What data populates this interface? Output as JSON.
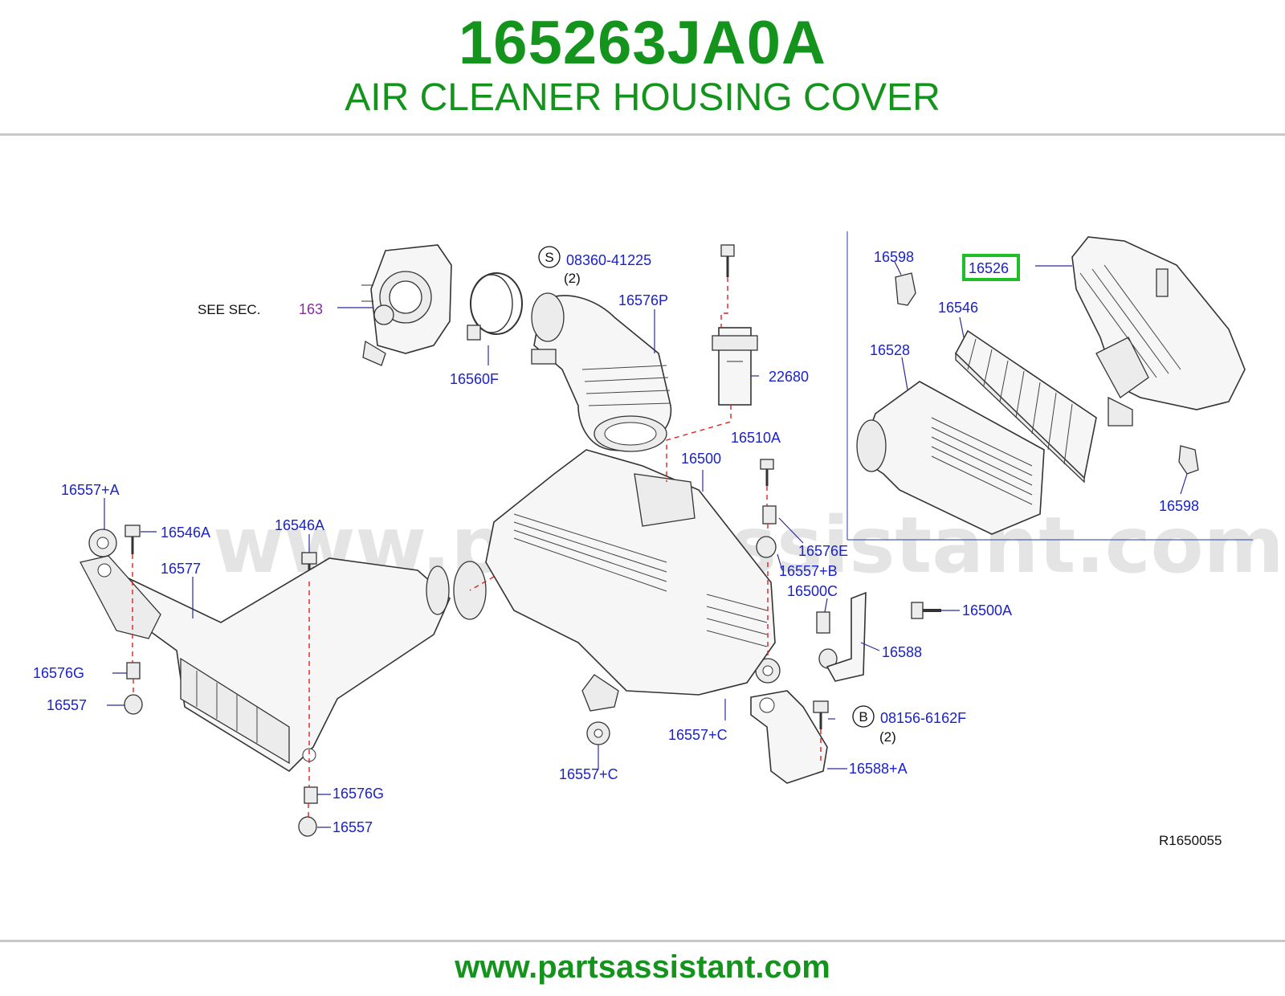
{
  "header": {
    "part_number": "165263JA0A",
    "part_name": "AIR CLEANER HOUSING COVER"
  },
  "footer": {
    "url": "www.partsassistant.com"
  },
  "diagram": {
    "watermark": "www.partsassistant.com",
    "see_sec": "SEE   SEC.",
    "see_sec_ref": "163",
    "ref_code": "R1650055",
    "highlighted_part": "16526",
    "labels": {
      "l_08360": "08360-41225",
      "l_qty1": "(2)",
      "l_16576P": "16576P",
      "l_16560F": "16560F",
      "l_22680": "22680",
      "l_16510A": "16510A",
      "l_16500": "16500",
      "l_16557A": "16557+A",
      "l_16546A_1": "16546A",
      "l_16546A_2": "16546A",
      "l_16577": "16577",
      "l_16576E": "16576E",
      "l_16557B": "16557+B",
      "l_16500C": "16500C",
      "l_16500A": "16500A",
      "l_16588": "16588",
      "l_16576G_1": "16576G",
      "l_16557_1": "16557",
      "l_16557C_1": "16557+C",
      "l_08156": "08156-6162F",
      "l_qty2": "(2)",
      "l_16557C_2": "16557+C",
      "l_16588A": "16588+A",
      "l_16576G_2": "16576G",
      "l_16557_2": "16557",
      "l_16598_1": "16598",
      "l_16546": "16546",
      "l_16528": "16528",
      "l_16598_2": "16598",
      "circle_s": "S",
      "circle_b": "B"
    }
  }
}
